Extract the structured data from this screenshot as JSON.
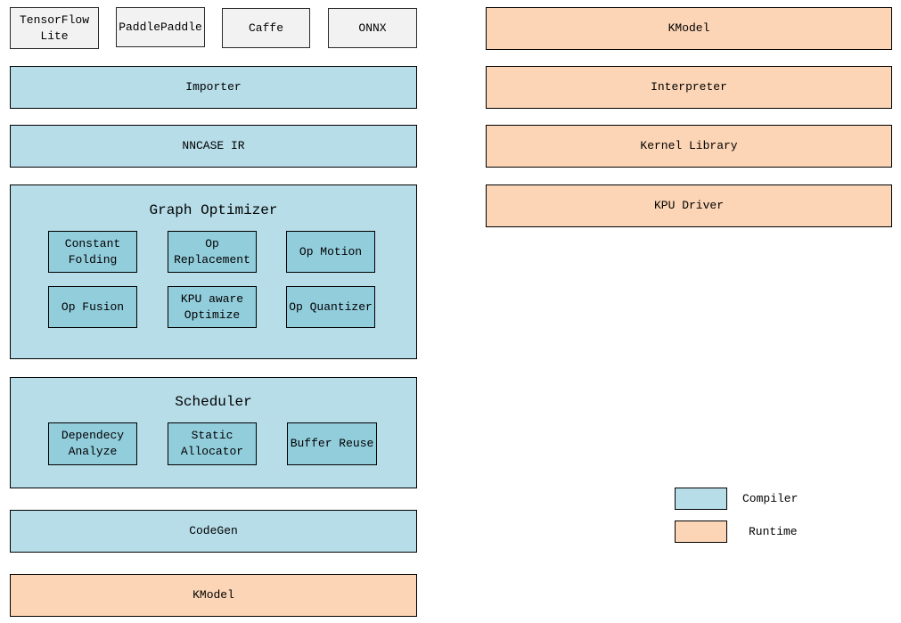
{
  "colors": {
    "compiler_light": "#b6dde8",
    "compiler_dark": "#92cddc",
    "runtime_fill": "#fbd5b5",
    "framework_fill": "#f2f2f2"
  },
  "frameworks": {
    "items": [
      {
        "label": "TensorFlow Lite"
      },
      {
        "label": "PaddlePaddle"
      },
      {
        "label": "Caffe"
      },
      {
        "label": "ONNX"
      }
    ]
  },
  "pipeline": {
    "importer": {
      "label": "Importer"
    },
    "nncase_ir": {
      "label": "NNCASE IR"
    },
    "graph_optimizer": {
      "title": "Graph Optimizer",
      "passes": [
        {
          "label": "Constant Folding"
        },
        {
          "label": "Op Replacement"
        },
        {
          "label": "Op Motion"
        },
        {
          "label": "Op Fusion"
        },
        {
          "label": "KPU aware Optimize"
        },
        {
          "label": "Op Quantizer"
        }
      ]
    },
    "scheduler": {
      "title": "Scheduler",
      "passes": [
        {
          "label": "Dependecy Analyze"
        },
        {
          "label": "Static Allocator"
        },
        {
          "label": "Buffer Reuse"
        }
      ]
    },
    "codegen": {
      "label": "CodeGen"
    },
    "kmodel": {
      "label": "KModel"
    }
  },
  "runtime_stack": {
    "items": [
      {
        "label": "KModel"
      },
      {
        "label": "Interpreter"
      },
      {
        "label": "Kernel Library"
      },
      {
        "label": "KPU Driver"
      }
    ]
  },
  "legend": {
    "items": [
      {
        "label": "Compiler",
        "color": "#b6dde8"
      },
      {
        "label": "Runtime",
        "color": "#fbd5b5"
      }
    ]
  }
}
